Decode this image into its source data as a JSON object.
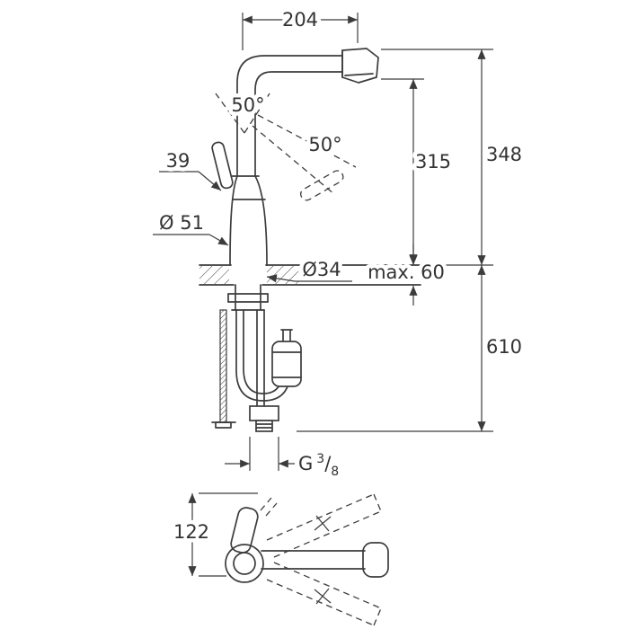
{
  "meta": {
    "drawing_type": "kitchen-faucet-installation-dimension-drawing",
    "background": "#ffffff",
    "line_color": "#3c3c3c"
  },
  "dimensions": {
    "top_width": "204",
    "swivel_left": "50°",
    "swivel_right": "50°",
    "lever": "39",
    "body_diameter": "Ø 51",
    "spout_height": "315",
    "overall_height": "348",
    "shank_diameter": "Ø34",
    "deck_thickness": "max. 60",
    "under_deck": "610",
    "thread_g": "G",
    "thread_num": "3",
    "thread_slash": "/",
    "thread_den": "8",
    "side_height": "122"
  }
}
